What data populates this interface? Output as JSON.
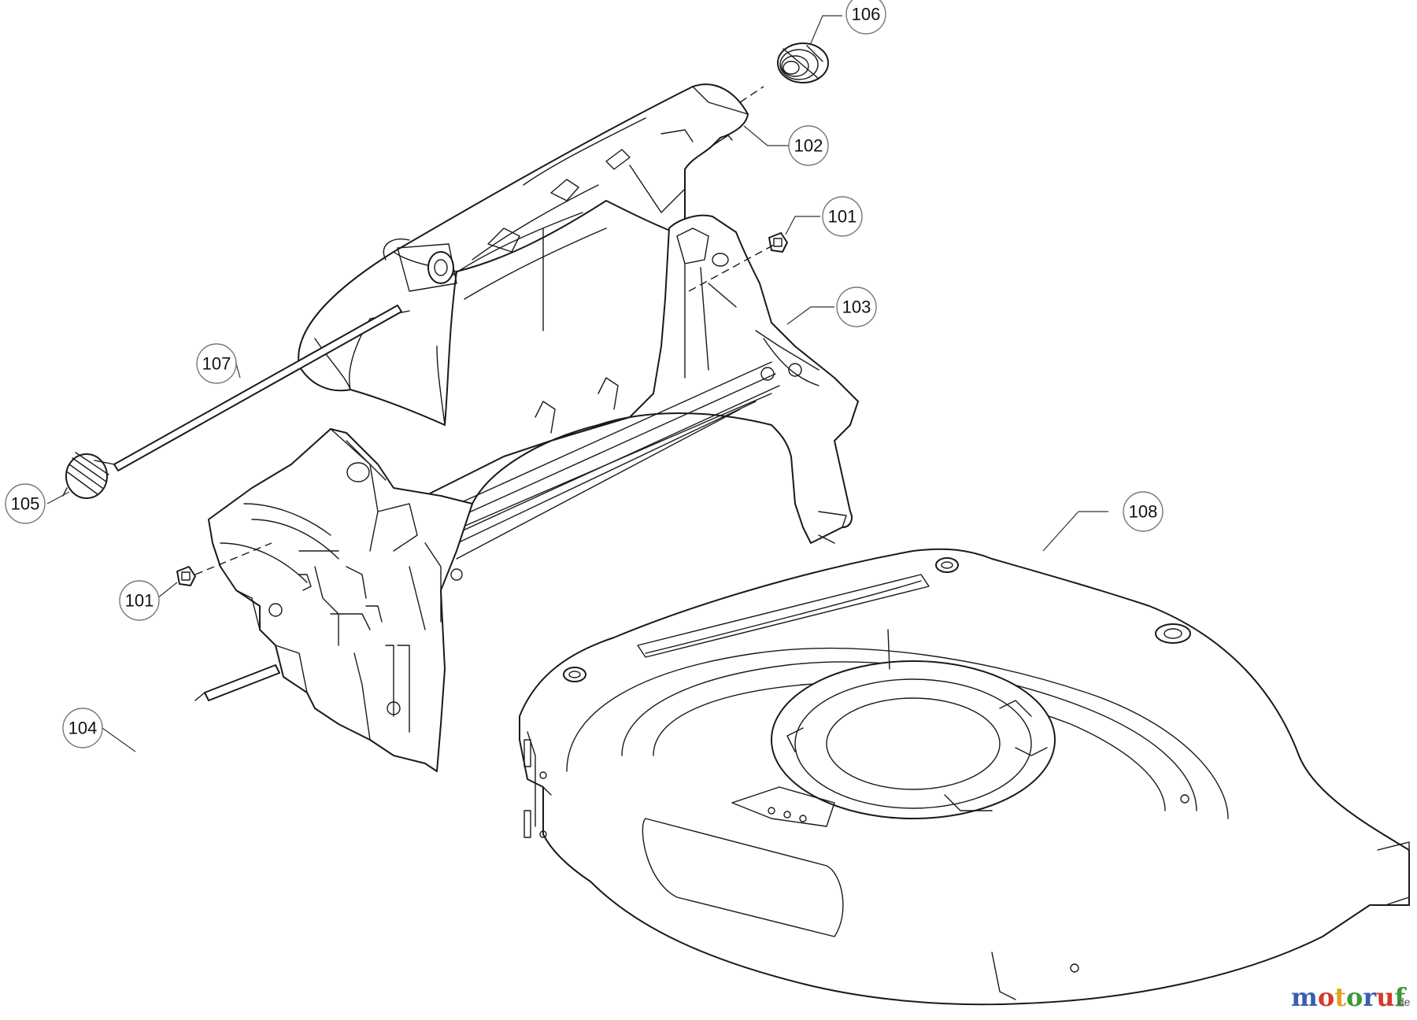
{
  "callouts": {
    "c101a": "101",
    "c101b": "101",
    "c102": "102",
    "c103": "103",
    "c104": "104",
    "c105": "105",
    "c106": "106",
    "c107": "107",
    "c108": "108"
  },
  "watermark": {
    "letters": [
      {
        "ch": "m",
        "color": "#3a5fb0"
      },
      {
        "ch": "o",
        "color": "#d23a2a"
      },
      {
        "ch": "t",
        "color": "#e0a020"
      },
      {
        "ch": "o",
        "color": "#3a9a3a"
      },
      {
        "ch": "r",
        "color": "#3a5fb0"
      },
      {
        "ch": "u",
        "color": "#d23a2a"
      },
      {
        "ch": "f",
        "color": "#3a9a3a"
      }
    ],
    "suffix": ".de"
  }
}
